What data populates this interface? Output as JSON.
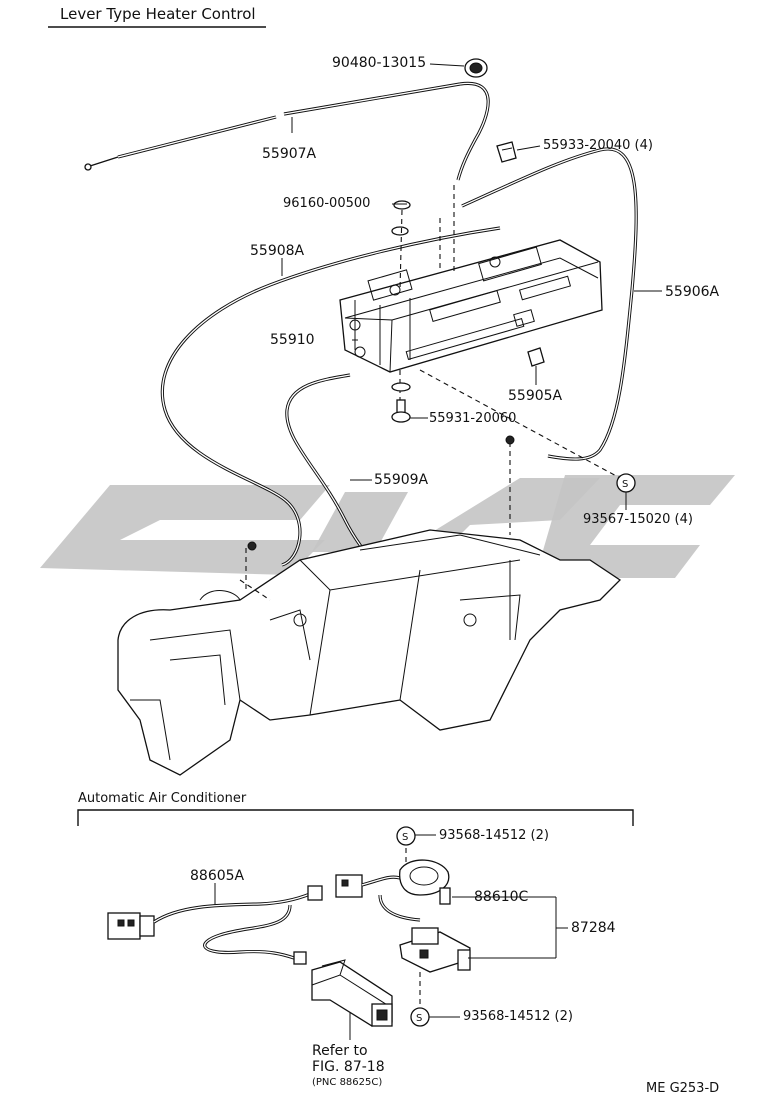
{
  "sections": {
    "lever": "Lever Type Heater Control",
    "auto_ac": "Automatic Air Conditioner"
  },
  "parts": {
    "p90480": "90480-13015",
    "p55907A": "55907A",
    "p55933": "55933-20040",
    "p55933_qty": "(4)",
    "p96160": "96160-00500",
    "p55908A": "55908A",
    "p55906A": "55906A",
    "p55910": "55910",
    "p55905A": "55905A",
    "p55931": "55931-20060",
    "p55909A": "55909A",
    "p93567": "93567-15020",
    "p93567_qty": "(4)",
    "p88605A": "88605A",
    "p93568a": "93568-14512",
    "p93568a_qty": "(2)",
    "p88610C": "88610C",
    "p87284": "87284",
    "p93568b": "93568-14512",
    "p93568b_qty": "(2)"
  },
  "reference": {
    "line1": "Refer to",
    "line2": "FIG. 87-18",
    "line3": "(PNC 88625C)"
  },
  "symbols": {
    "s": "S"
  },
  "diagram_code": "ME G253-D",
  "colors": {
    "ink": "#111111",
    "watermark": "#c8c8c8"
  }
}
